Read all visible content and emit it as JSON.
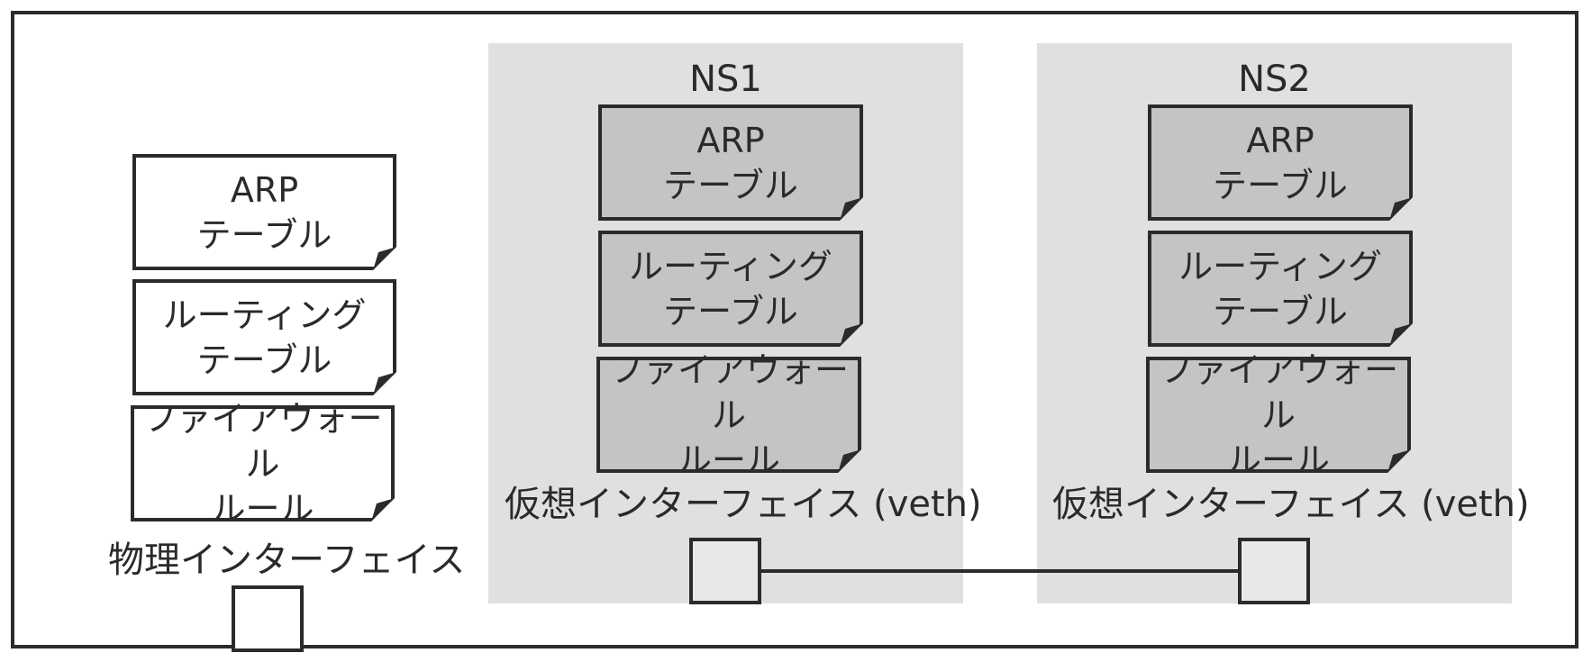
{
  "host": {
    "docs": [
      {
        "text": "ARP\nテーブル"
      },
      {
        "text": "ルーティング\nテーブル"
      },
      {
        "text": "ファイアウォール\nルール"
      }
    ],
    "interface_label": "物理インターフェイス"
  },
  "namespaces": [
    {
      "title": "NS1",
      "docs": [
        {
          "text": "ARP\nテーブル"
        },
        {
          "text": "ルーティング\nテーブル"
        },
        {
          "text": "ファイアウォール\nルール"
        }
      ],
      "interface_label": "仮想インターフェイス (veth)"
    },
    {
      "title": "NS2",
      "docs": [
        {
          "text": "ARP\nテーブル"
        },
        {
          "text": "ルーティング\nテーブル"
        },
        {
          "text": "ファイアウォール\nルール"
        }
      ],
      "interface_label": "仮想インターフェイス (veth)"
    }
  ],
  "colors": {
    "border": "#2b2b2b",
    "namespace_bg": "#e0e0e0",
    "namespace_doc_bg": "#c4c4c4",
    "host_doc_bg": "#ffffff"
  }
}
